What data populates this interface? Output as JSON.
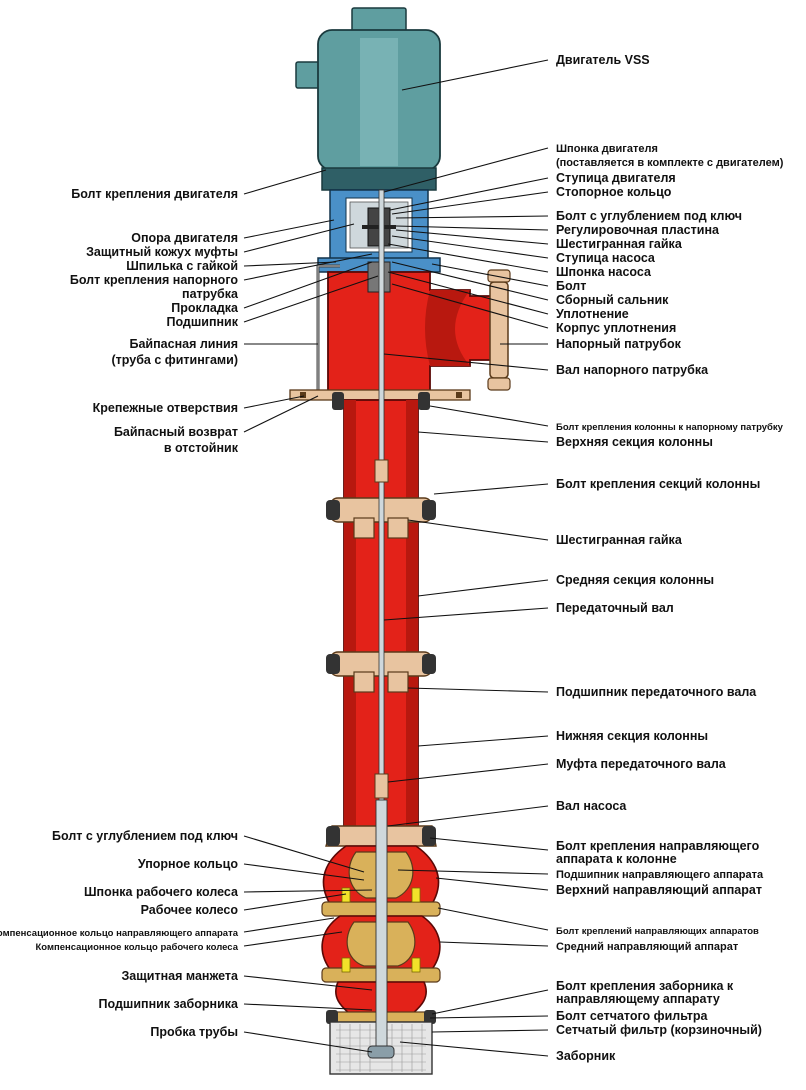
{
  "colors": {
    "motor": "#5f9ea0",
    "motor_dark": "#2f5f66",
    "pump_red": "#e32219",
    "pump_red_dark": "#8c0e0a",
    "support_blue": "#4a90c8",
    "flange_tan": "#e8c4a0",
    "bowl_tan": "#d9b15a",
    "bolt_dark": "#333333",
    "yellow_bearing": "#f2e22a",
    "leader": "#111111"
  },
  "labels": {
    "right": [
      "Двигатель VSS",
      "Шпонка двигателя",
      "(поставляется в комплекте с двигателем)",
      "Ступица двигателя",
      "Стопорное кольцо",
      "Болт с углублением под ключ",
      "Регулировочная пластина",
      "Шестигранная гайка",
      "Ступица насоса",
      "Шпонка насоса",
      "Болт",
      "Сборный сальник",
      "Уплотнение",
      "Корпус уплотнения",
      "Напорный патрубок",
      "Вал напорного патрубка",
      "Болт крепления колонны к напорному патрубку",
      "Верхняя секция колонны",
      "Болт крепления секций колонны",
      "Шестигранная гайка",
      "Средняя секция колонны",
      "Передаточный вал",
      "Подшипник передаточного вала",
      "Нижняя секция колонны",
      "Муфта передаточного вала",
      "Вал насоса",
      "Болт крепления направляющего",
      "аппарата к колонне",
      "Подшипник направляющего аппарата",
      "Верхний направляющий аппарат",
      "Болт креплений направляющих аппаратов",
      "Средний направляющий аппарат",
      "Болт крепления заборника к",
      "направляющему аппарату",
      "Болт сетчатого фильтра",
      "Сетчатый фильтр (корзиночный)",
      "Заборник"
    ],
    "left": [
      "Болт крепления двигателя",
      "Опора двигателя",
      "Защитный кожух муфты",
      "Шпилька с гайкой",
      "Болт крепления напорного",
      "патрубка",
      "Прокладка",
      "Подшипник",
      "Байпасная линия",
      "(труба с фитингами)",
      "Крепежные отверствия",
      "Байпасный возврат",
      "в отстойник",
      "Болт с углублением под ключ",
      "Упорное кольцо",
      "Шпонка рабочего колеса",
      "Рабочее колесо",
      "Компенсационное кольцо направляющего аппарата",
      "Компенсационное кольцо рабочего колеса",
      "Защитная манжета",
      "Подшипник заборника",
      "Пробка трубы"
    ]
  }
}
